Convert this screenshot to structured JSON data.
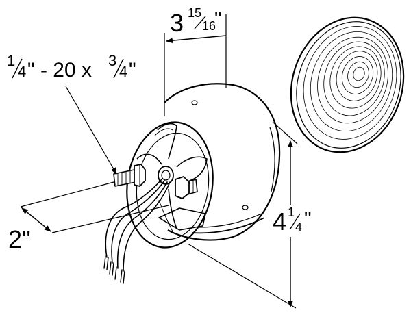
{
  "dimensions": {
    "depth": {
      "whole": "3",
      "num": "15",
      "den": "16",
      "unit": "\""
    },
    "bolt": {
      "n1": "1",
      "d1": "4",
      "mid": "\" - 20 x ",
      "n2": "3",
      "d2": "4",
      "unit": "\""
    },
    "stud_length": {
      "text": "2\""
    },
    "diameter": {
      "whole": "4",
      "num": "1",
      "den": "4",
      "unit": "\""
    }
  }
}
